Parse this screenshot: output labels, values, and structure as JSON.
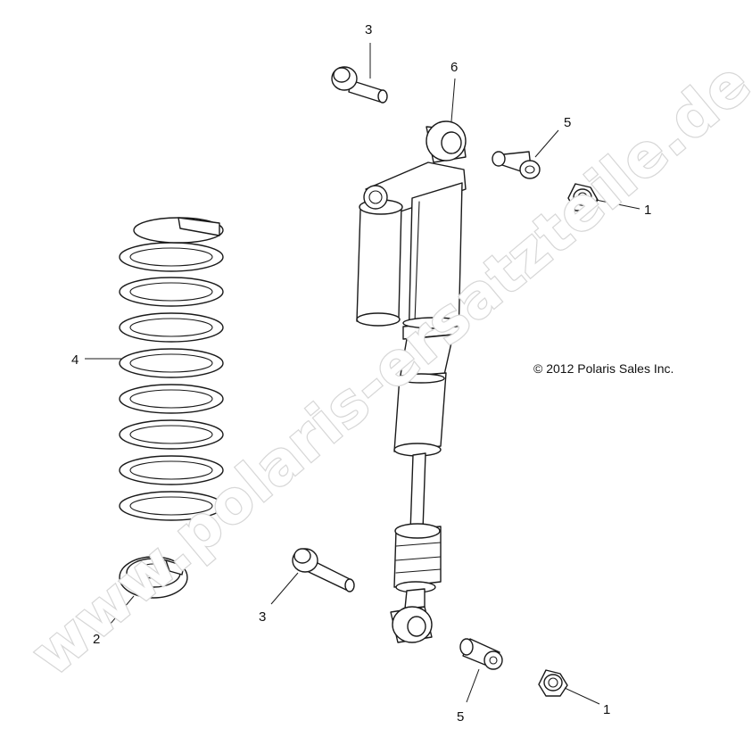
{
  "diagram": {
    "copyright": "© 2012 Polaris Sales Inc.",
    "watermark": "www.polaris-ersatzteile.de",
    "callouts": {
      "nut_upper": "1",
      "nut_lower": "1",
      "spring_seat": "2",
      "bolt_upper": "3",
      "bolt_lower": "3",
      "coil_spring": "4",
      "bushing_upper": "5",
      "bushing_lower": "5",
      "shock_absorber": "6"
    }
  },
  "colors": {
    "line": "#1a1a1a",
    "watermark_outline": "#d7d7d7",
    "background": "#ffffff"
  }
}
